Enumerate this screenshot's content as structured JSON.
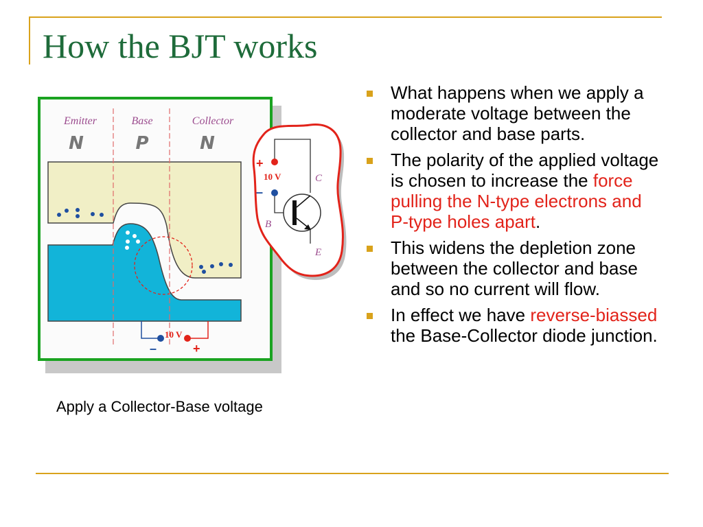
{
  "slide": {
    "title": "How the BJT works",
    "caption": "Apply a Collector-Base voltage"
  },
  "diagram": {
    "regions": [
      {
        "name": "Emitter",
        "type": "N"
      },
      {
        "name": "Base",
        "type": "P"
      },
      {
        "name": "Collector",
        "type": "N"
      }
    ],
    "bottom_voltage": "10 V",
    "bottom_minus": "–",
    "bottom_plus": "+",
    "inset": {
      "voltage": "10 V",
      "plus": "+",
      "minus": "–",
      "C": "C",
      "B": "B",
      "E": "E"
    }
  },
  "bullets": [
    {
      "segments": [
        {
          "text": "What happens when we apply a moderate voltage between the collector and base parts.",
          "highlight": false
        }
      ]
    },
    {
      "segments": [
        {
          "text": "The polarity of the applied voltage is chosen to increase the ",
          "highlight": false
        },
        {
          "text": "force pulling the N-type electrons and P-type holes apart",
          "highlight": true
        },
        {
          "text": ".",
          "highlight": false
        }
      ]
    },
    {
      "segments": [
        {
          "text": "This widens the depletion zone between the collector and base and so no current will flow.",
          "highlight": false
        }
      ]
    },
    {
      "segments": [
        {
          "text": "In effect we have ",
          "highlight": false
        },
        {
          "text": "reverse-biassed",
          "highlight": true
        },
        {
          "text": " the Base-Collector diode junction.",
          "highlight": false
        }
      ]
    }
  ],
  "colors": {
    "accent": "#d9a21b",
    "title": "#1e6b3a",
    "highlight": "#e2231a",
    "frame_green": "#1aa321",
    "n_band": "#f1efc6",
    "p_band": "#12b4d9",
    "label_purple": "#9b4b8e"
  }
}
